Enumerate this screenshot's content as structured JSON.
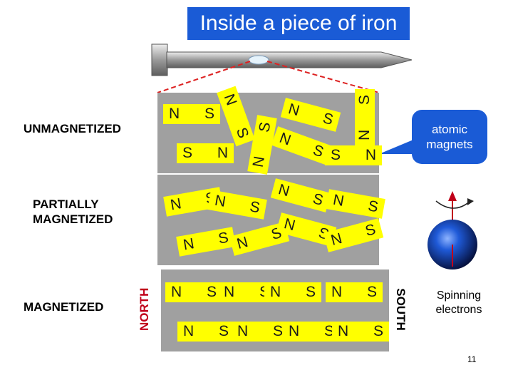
{
  "title": "Inside a piece of iron",
  "labels": {
    "unmagnetized": "UNMAGNETIZED",
    "partially": "PARTIALLY\nMAGNETIZED",
    "magnetized": "MAGNETIZED",
    "north": "NORTH",
    "south": "SOUTH"
  },
  "callout": "atomic\nmagnets",
  "spinning": "Spinning\nelectrons",
  "page_number": "11",
  "magnet_pole_n": "N",
  "magnet_pole_s": "S",
  "colors": {
    "title_bg": "#1a5bd6",
    "panel": "#a0a0a0",
    "magnet": "#ffff00",
    "north_label": "#c0001a",
    "south_label": "#000000",
    "electron": "#1646b8",
    "arrow": "#c0001a"
  },
  "magnets": {
    "unmagnetized": [
      {
        "left": "N",
        "right": "S",
        "angle": 0
      },
      {
        "left": "N",
        "right": "S",
        "angle": 70
      },
      {
        "left": "N",
        "right": "S",
        "angle": -80
      },
      {
        "left": "N",
        "right": "S",
        "angle": 15
      },
      {
        "left": "N",
        "right": "S",
        "angle": -90
      },
      {
        "left": "S",
        "right": "N",
        "angle": 0
      },
      {
        "left": "N",
        "right": "S",
        "angle": 20
      },
      {
        "left": "S",
        "right": "N",
        "angle": 0
      }
    ],
    "partial": [
      {
        "left": "N",
        "right": "S",
        "angle": -10
      },
      {
        "left": "N",
        "right": "S",
        "angle": 10
      },
      {
        "left": "N",
        "right": "S",
        "angle": 15
      },
      {
        "left": "N",
        "right": "S",
        "angle": 10
      },
      {
        "left": "N",
        "right": "S",
        "angle": -10
      },
      {
        "left": "N",
        "right": "S",
        "angle": -15
      },
      {
        "left": "N",
        "right": "S",
        "angle": 15
      },
      {
        "left": "N",
        "right": "S",
        "angle": -15
      }
    ],
    "aligned": [
      {
        "left": "N",
        "right": "S",
        "angle": 0
      },
      {
        "left": "N",
        "right": "S",
        "angle": 0
      },
      {
        "left": "N",
        "right": "S",
        "angle": 0
      },
      {
        "left": "N",
        "right": "S",
        "angle": 0
      },
      {
        "left": "N",
        "right": "S",
        "angle": 0
      },
      {
        "left": "N",
        "right": "S",
        "angle": 0
      },
      {
        "left": "N",
        "right": "S",
        "angle": 0
      },
      {
        "left": "N",
        "right": "S",
        "angle": 0
      }
    ]
  }
}
